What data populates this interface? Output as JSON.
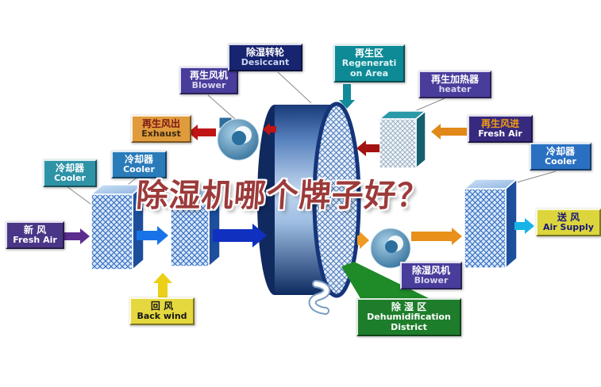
{
  "title": "除湿机哪个牌子好？",
  "labels": {
    "blower_regen": {
      "cn": "再生风机",
      "en": "Blower"
    },
    "desiccant": {
      "cn": "除湿转轮",
      "en": "Desiccant"
    },
    "regen_area": {
      "cn": "再生区",
      "en1": "Regenerati",
      "en2": "on Area"
    },
    "heater": {
      "cn": "再生加热器",
      "en": "heater"
    },
    "exhaust": {
      "cn": "再生风出",
      "en": "Exhaust"
    },
    "cooler_left_inner": {
      "cn": "冷却器",
      "en": "Cooler"
    },
    "cooler_left_outer": {
      "cn": "冷却器",
      "en": "Cooler"
    },
    "fresh_air_left": {
      "cn": "新  风",
      "en": "Fresh Air"
    },
    "back_wind": {
      "cn": "回  风",
      "en": "Back wind"
    },
    "fresh_air_regen": {
      "cn": "再生风进",
      "en": "Fresh Air"
    },
    "cooler_right": {
      "cn": "冷却器",
      "en": "Cooler"
    },
    "air_supply": {
      "cn": "送  风",
      "en": "Air Supply"
    },
    "blower_dehumid": {
      "cn": "除湿风机",
      "en": "Blower"
    },
    "dehumid_district": {
      "cn": "除 湿 区",
      "en1": "Dehumidification",
      "en2": "District"
    }
  },
  "components": {
    "rotor": "desiccant-wheel",
    "fan_regen": "regeneration-blower-fan",
    "fan_supply": "dehumidification-blower-fan",
    "cooler_cube": "heat-exchanger-cube",
    "heater_cube": "regeneration-heater-cube"
  },
  "colors": {
    "title_red": "#9c3a3a",
    "label_purple": "#483d9b",
    "label_navy": "#17246f",
    "label_teal": "#0e8a96",
    "label_orange": "#e09b3c",
    "label_blue": "#2a7bb9",
    "label_yellow": "#dcd63c",
    "label_green": "#1e7d2b",
    "arrow_blue": "#1030c0",
    "arrow_red": "#c01515",
    "arrow_orange": "#e8901a",
    "arrow_cyan": "#18b4e8",
    "arrow_purple": "#5b2d8e",
    "arrow_yellow": "#ecd018"
  }
}
